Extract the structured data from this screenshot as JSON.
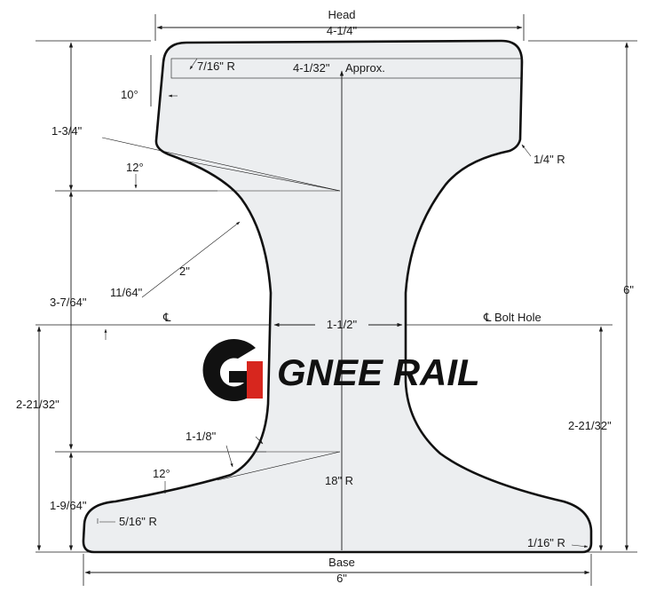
{
  "labels": {
    "head": "Head",
    "head_width": "4-1/4\"",
    "head_radius": "7/16\" R",
    "head_top_width": "4-1/32\"",
    "approx": "Approx.",
    "head_angle": "10°",
    "head_depth": "1-3/4\"",
    "head_corner_radius": "1/4\" R",
    "under_head_angle": "12°",
    "fillet_radius": "2\"",
    "web_offset": "11/64\"",
    "upper_height": "3-7/64\"",
    "centerline": "℄",
    "bolt_hole": "℄ Bolt Hole",
    "web_thickness": "1-1/2\"",
    "total_height": "6\"",
    "lower_height_left": "2-21/32\"",
    "lower_height_right": "2-21/32\"",
    "base_fillet": "1-1/8\"",
    "base_angle": "12°",
    "base_radius": "18\" R",
    "base_depth": "1-9/64\"",
    "base_corner_radius": "5/16\" R",
    "base_edge_radius": "1/16\" R",
    "base": "Base",
    "base_width": "6\""
  },
  "logo": {
    "brand": "GNEE RAIL",
    "accent_color": "#d7261e",
    "mark_color": "#111111"
  },
  "colors": {
    "rail_fill": "#eceef0",
    "outline": "#111111"
  }
}
